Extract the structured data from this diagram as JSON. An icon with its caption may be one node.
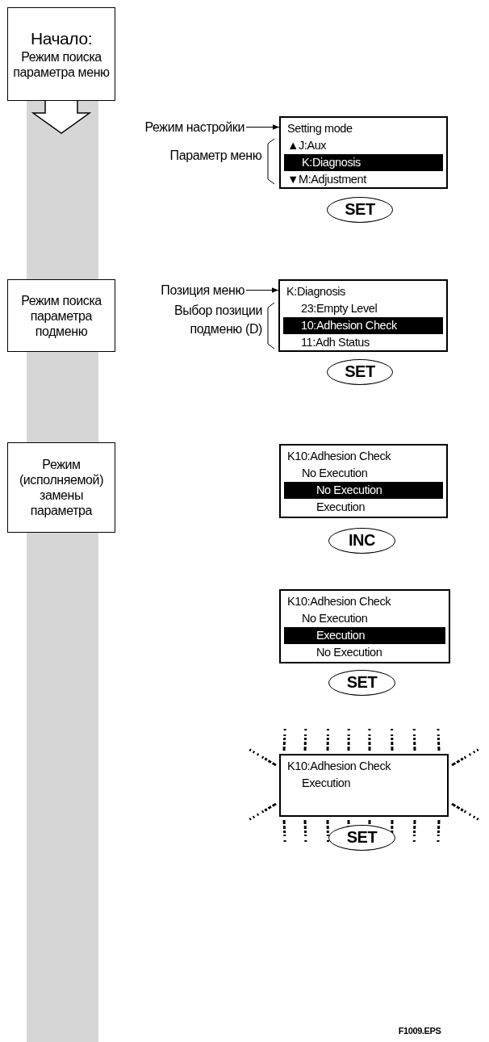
{
  "diagram": {
    "nodes": [
      {
        "text": [
          "Начало:",
          "Режим поиска параметра меню"
        ]
      },
      {
        "text": [
          "Режим настройки"
        ]
      },
      {
        "text": [
          "Setting mode",
          "▲J:Aux",
          "K:Diagnosis",
          "▼M:Adjustment"
        ]
      },
      {
        "text": [
          "SET"
        ]
      },
      {
        "text": [
          "Режим поиска параметра подменю"
        ]
      },
      {
        "text": [
          "Позиция меню"
        ]
      },
      {
        "text": [
          "K:Diagnosis",
          "23:Empty Level",
          "10:Adhesion Check",
          "11:Adh Status"
        ]
      },
      {
        "text": [
          "SET"
        ]
      },
      {
        "text": [
          "Режим (исполняемой) замены параметра"
        ]
      },
      {
        "text": [
          "K10:Adhesion Check",
          "No Execution",
          "No Execution",
          "Execution"
        ]
      },
      {
        "text": [
          "INC"
        ]
      },
      {
        "text": [
          "K10:Adhesion Check",
          "No Execution",
          "Execution",
          "No Execution"
        ]
      },
      {
        "text": [
          "SET"
        ]
      },
      {
        "text": [
          "K10:Adhesion Check",
          "Execution"
        ]
      },
      {
        "text": [
          "SET"
        ]
      }
    ],
    "edges": [
      {
        "from": 0,
        "to": null,
        "arrow": "to"
      },
      {
        "from": 1,
        "to": 2,
        "arrow": "to"
      },
      {
        "from": 5,
        "to": 6,
        "arrow": "to"
      }
    ],
    "labels": [
      "Параметр меню",
      "Выбор позиции подменю (D)",
      "F1009.EPS"
    ]
  }
}
